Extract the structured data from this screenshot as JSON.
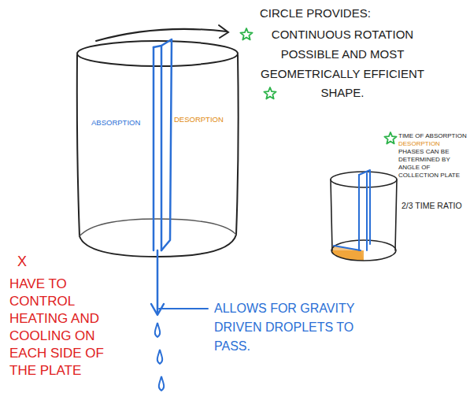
{
  "diagram": {
    "labels": [
      "CIRCLE PROVIDES:",
      "CONTINUOUS ROTATION POSSIBLE AND MOST GEOMETRICALLY EFFICIENT SHAPE.",
      "ABSORPTION",
      "DESORPTION",
      "TIME OF ABSORPTION",
      "DESORPTION",
      "PHASES CAN BE DETERMINED BY ANGLE OF COLLECTION PLATE",
      "2/3 TIME RATIO",
      "X",
      "HAVE TO CONTROL HEATING AND COOLING ON EACH SIDE OF THE PLATE",
      "ALLOWS FOR GRAVITY DRIVEN DROPLETS TO PASS."
    ]
  }
}
